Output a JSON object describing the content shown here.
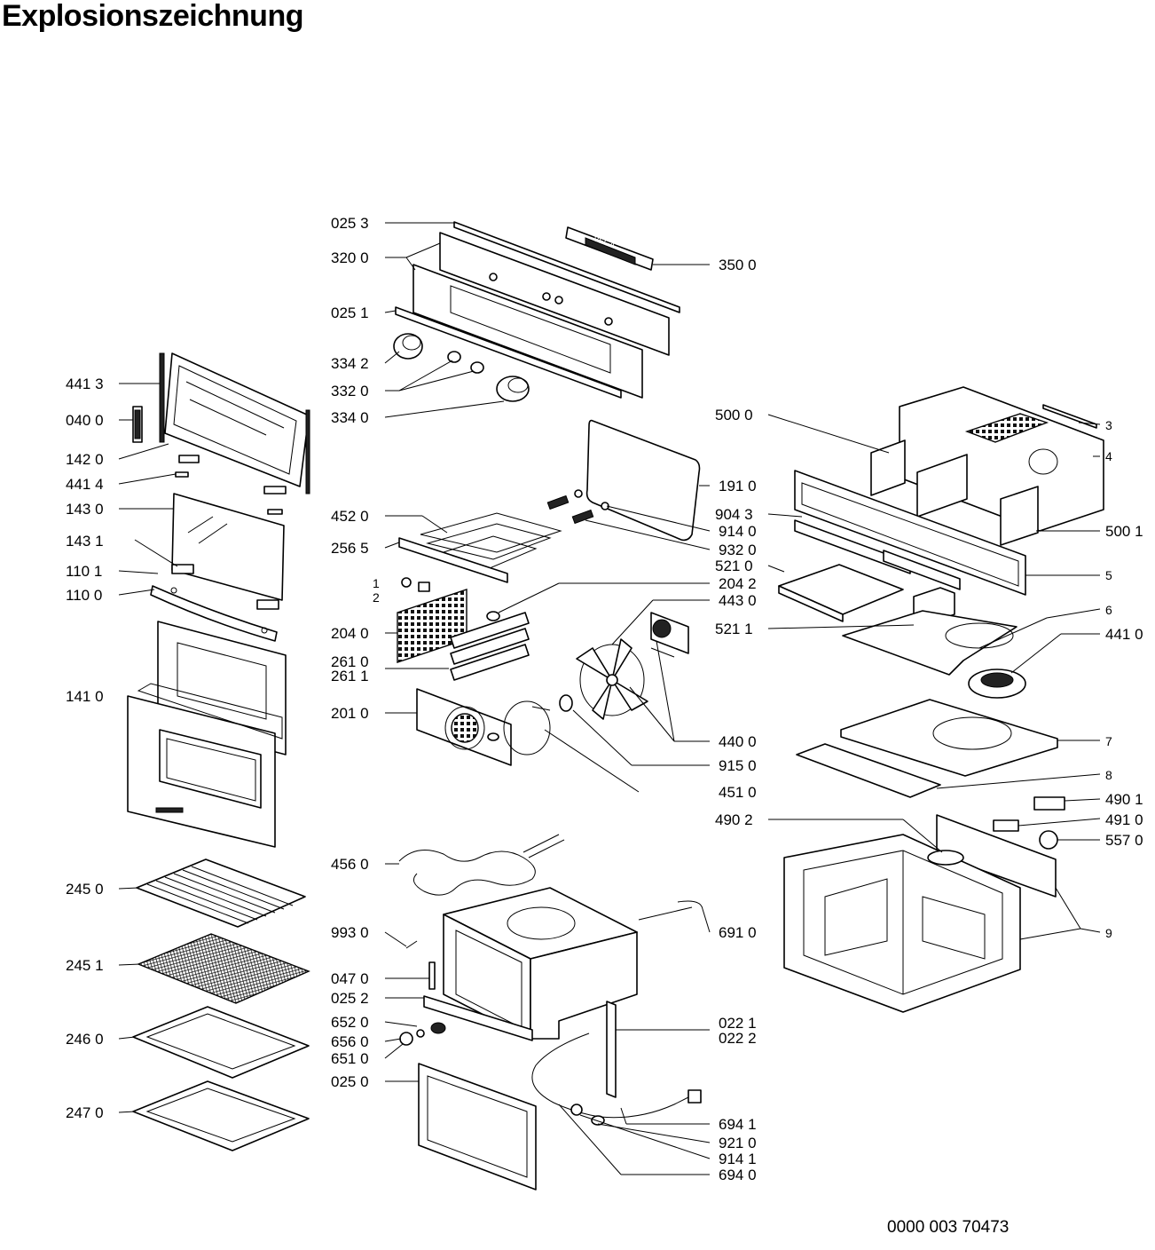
{
  "title": "Explosionszeichnung",
  "document_number": "0000 003 70473",
  "callouts_left": [
    "441 3",
    "040 0",
    "142 0",
    "441 4",
    "143 0",
    "143 1",
    "110 1",
    "110 0",
    "141 0",
    "245 0",
    "245 1",
    "246 0",
    "247 0"
  ],
  "callouts_center_left": [
    "025 3",
    "320 0",
    "025 1",
    "334 2",
    "332 0",
    "334 0",
    "452 0",
    "256 5",
    "1",
    "2",
    "204 0",
    "261 0",
    "261 1",
    "201 0",
    "456 0",
    "993 0",
    "047 0",
    "025 2",
    "652 0",
    "656 0",
    "651 0",
    "025 0"
  ],
  "callouts_center_right": [
    "350 0",
    "191 0",
    "914 0",
    "932 0",
    "204 2",
    "443 0",
    "440 0",
    "915 0",
    "451 0",
    "691 0",
    "022 1",
    "022 2",
    "694 1",
    "921 0",
    "914 1",
    "694 0"
  ],
  "callouts_right": [
    "500 0",
    "904 3",
    "521 0",
    "521 1",
    "490 2",
    "3",
    "4",
    "500 1",
    "5",
    "6",
    "441 0",
    "7",
    "8",
    "490 1",
    "491 0",
    "557 0",
    "9"
  ],
  "panel_brand": "VEGA"
}
